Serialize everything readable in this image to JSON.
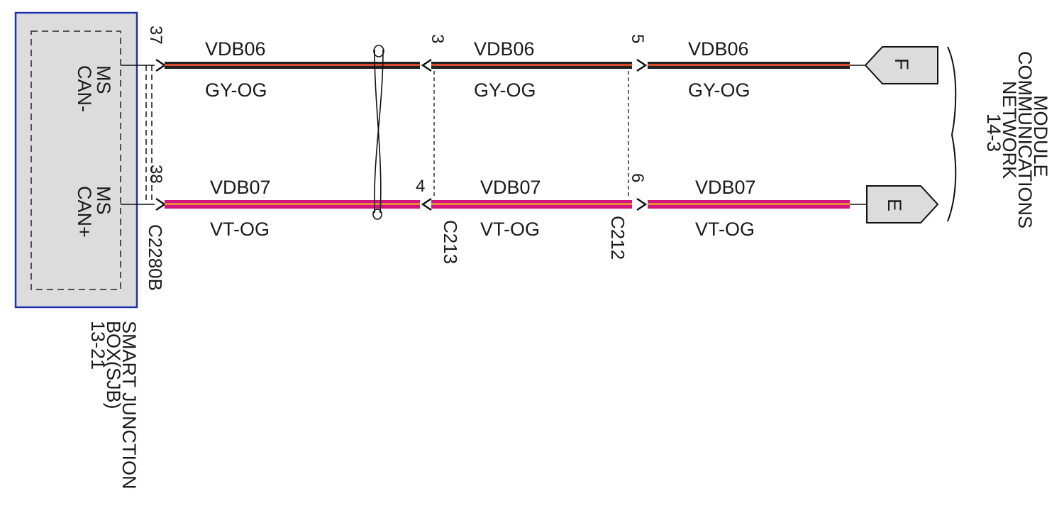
{
  "module": {
    "name_lines": [
      "SMART JUNCTION",
      "BOX(SJB)",
      "13-21"
    ],
    "border_color": "#2233aa",
    "fill_color": "#dcdcdc"
  },
  "pins": {
    "can_minus_lines": [
      "MS",
      "CAN-"
    ],
    "can_plus_lines": [
      "MS",
      "CAN+"
    ]
  },
  "connectors": {
    "sjb": {
      "name": "C2280B",
      "pin_top": "37",
      "pin_bottom": "38"
    },
    "c213": {
      "name": "C213",
      "pin_top": "3",
      "pin_bottom": "4"
    },
    "c212": {
      "name": "C212",
      "pin_top": "5",
      "pin_bottom": "6"
    }
  },
  "wires": {
    "top": {
      "circuit": "VDB06",
      "color_code": "GY-OG",
      "stripe_colors": [
        "#d84a2a",
        "#222222"
      ]
    },
    "bottom": {
      "circuit": "VDB07",
      "color_code": "VT-OG",
      "stripe_colors": [
        "#d4157f",
        "#e8893a"
      ]
    }
  },
  "flags": {
    "top": "F",
    "bottom": "E"
  },
  "reference": {
    "name_lines": [
      "MODULE",
      "COMMUNICATIONS",
      "NETWORK",
      "14-3"
    ]
  }
}
